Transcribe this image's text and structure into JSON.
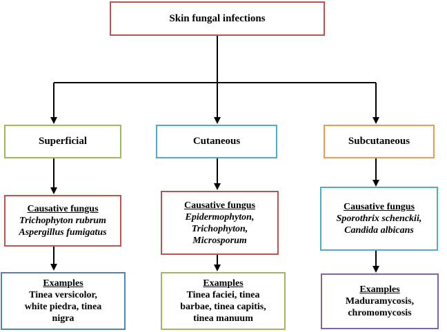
{
  "root": {
    "label": "Skin fungal infections"
  },
  "categories": [
    {
      "name": "Superficial",
      "fungus_title": "Causative fungus",
      "fungus_lines": [
        "Trichophyton rubrum",
        "Aspergillus fumigatus"
      ],
      "examples_title": "Examples",
      "examples_lines": [
        "Tinea versicolor,",
        "white piedra, tinea",
        "nigra"
      ]
    },
    {
      "name": "Cutaneous",
      "fungus_title": "Causative fungus",
      "fungus_lines": [
        "Epidermophyton,",
        "Trichophyton,",
        "Microsporum"
      ],
      "examples_title": "Examples",
      "examples_lines": [
        "Tinea faciei, tinea",
        "barbae, tinea capitis,",
        "tinea manuum"
      ]
    },
    {
      "name": "Subcutaneous",
      "fungus_title": "Causative fungus",
      "fungus_lines": [
        "Sporothrix schenckii,",
        "Candida albicans"
      ],
      "examples_title": "Examples",
      "examples_lines": [
        "Maduramycosis,",
        "chromomycosis"
      ]
    }
  ],
  "colors": {
    "root_border": "#c0504d",
    "superficial_border": "#9bbb59",
    "cutaneous_border": "#4bacc6",
    "subcutaneous_border": "#f79646",
    "fungus_border_1": "#c0504d",
    "fungus_border_2": "#c0504d",
    "fungus_border_3": "#4bacc6",
    "examples_border_1": "#4f81bd",
    "examples_border_2": "#9bbb59",
    "examples_border_3": "#8064a2"
  }
}
